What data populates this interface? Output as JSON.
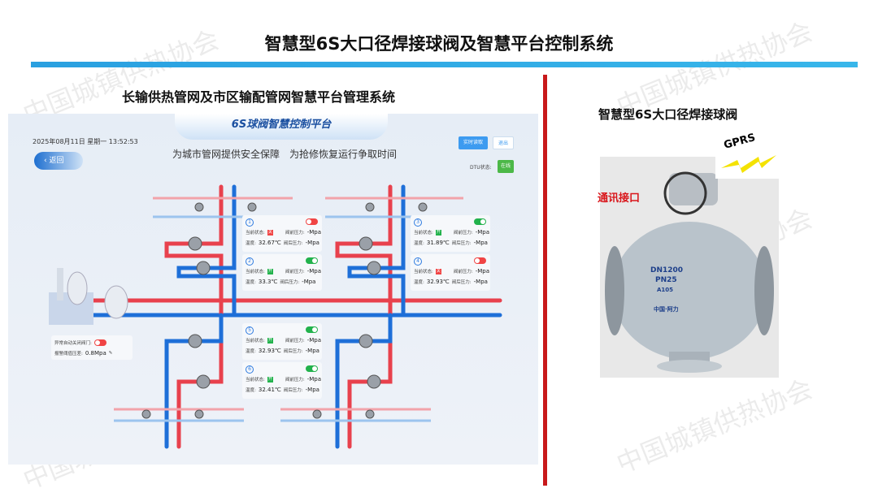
{
  "title": "智慧型6S大口径焊接球阀及智慧平台控制系统",
  "watermark": "中国城镇供热协会",
  "left_subtitle": "长输供热管网及市区输配管网智慧平台管理系统",
  "platform": {
    "header": "6S球阀智慧控制平台",
    "datetime": "2025年08月11日 星期一 13:52:53",
    "back_label": "返回",
    "slogan": "为城市管网提供安全保障　为抢修恢复运行争取时间",
    "realtime_label": "实时读取",
    "exit_label": "退出",
    "dtu_label": "DTU状态:",
    "dtu_status": "在线",
    "labels": {
      "state": "当前状态:",
      "pre": "阀前压力:",
      "post": "阀后压力:",
      "temp": "温度:"
    },
    "valves": [
      {
        "num": "1",
        "state": "关",
        "on": false,
        "temp": "32.67℃",
        "pre": "-Mpa",
        "post": "-Mpa"
      },
      {
        "num": "2",
        "state": "开",
        "on": true,
        "temp": "33.3℃",
        "pre": "-Mpa",
        "post": "-Mpa"
      },
      {
        "num": "3",
        "state": "开",
        "on": true,
        "temp": "31.89℃",
        "pre": "-Mpa",
        "post": "-Mpa"
      },
      {
        "num": "4",
        "state": "关",
        "on": false,
        "temp": "32.93℃",
        "pre": "-Mpa",
        "post": "-Mpa"
      },
      {
        "num": "5",
        "state": "开",
        "on": true,
        "temp": "32.93℃",
        "pre": "-Mpa",
        "post": "-Mpa"
      },
      {
        "num": "6",
        "state": "开",
        "on": true,
        "temp": "32.41℃",
        "pre": "-Mpa",
        "post": "-Mpa"
      }
    ],
    "auto_close_label": "异常自动关闭阀门:",
    "alarm_label": "报警阈值压差:",
    "alarm_value": "0.8Mpa"
  },
  "right": {
    "title": "智慧型6S大口径焊接球阀",
    "gprs": "GPRS",
    "comm_label": "通讯接口",
    "valve_marks": [
      "DN1200",
      "PN25",
      "A105",
      "中国·阿力"
    ]
  },
  "colors": {
    "accent": "#2aa0e0",
    "divider": "#c8191b",
    "hot": "#e8414d",
    "cold": "#1e6fd8"
  }
}
